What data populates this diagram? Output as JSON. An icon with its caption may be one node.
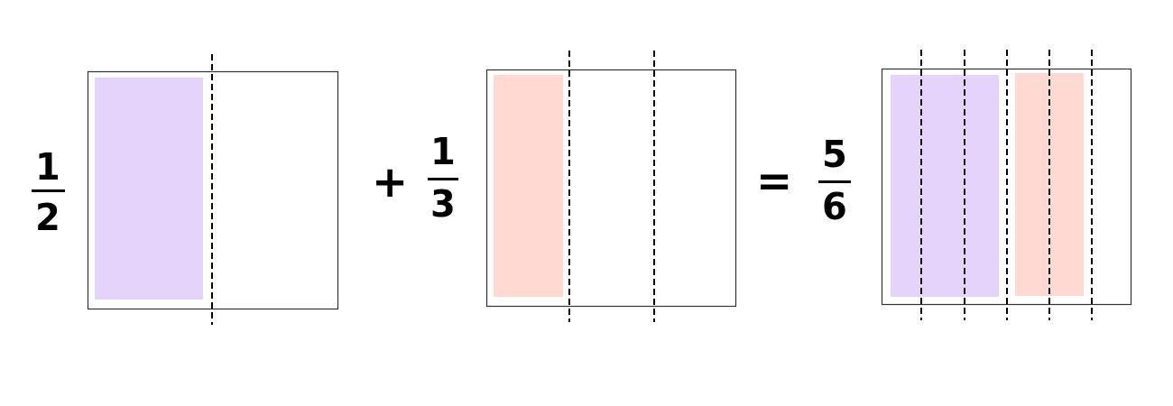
{
  "diagram": {
    "labels": [
      "1",
      "2",
      "+",
      "1",
      "3",
      "=",
      "5",
      "6"
    ]
  }
}
